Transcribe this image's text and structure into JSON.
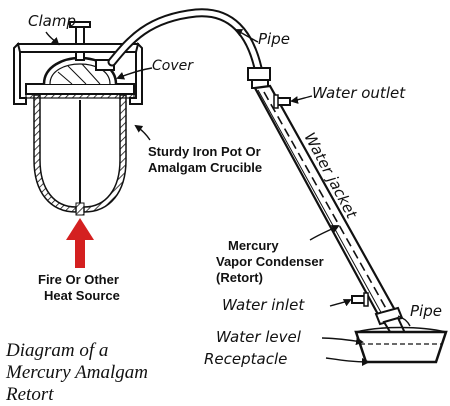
{
  "diagram": {
    "labels": {
      "clamp": "Clamp",
      "cover": "Cover",
      "pipe_top": "Pipe",
      "water_outlet": "Water outlet",
      "water_jacket": "Water jacket",
      "pot_line1": "Sturdy Iron Pot Or",
      "pot_line2": "Amalgam Crucible",
      "heat_line1": "Fire Or Other",
      "heat_line2": "Heat Source",
      "condenser_line1": "Mercury",
      "condenser_line2": "Vapor Condenser",
      "condenser_line3": "(Retort)",
      "water_inlet": "Water inlet",
      "pipe_bottom": "Pipe",
      "water_level": "Water level",
      "receptacle": "Receptacle"
    },
    "caption": {
      "line1": "Diagram of a",
      "line2": "Mercury Amalgam",
      "line3": "Retort"
    },
    "colors": {
      "ink": "#111111",
      "heat_arrow": "#d42020",
      "background": "#ffffff"
    }
  }
}
